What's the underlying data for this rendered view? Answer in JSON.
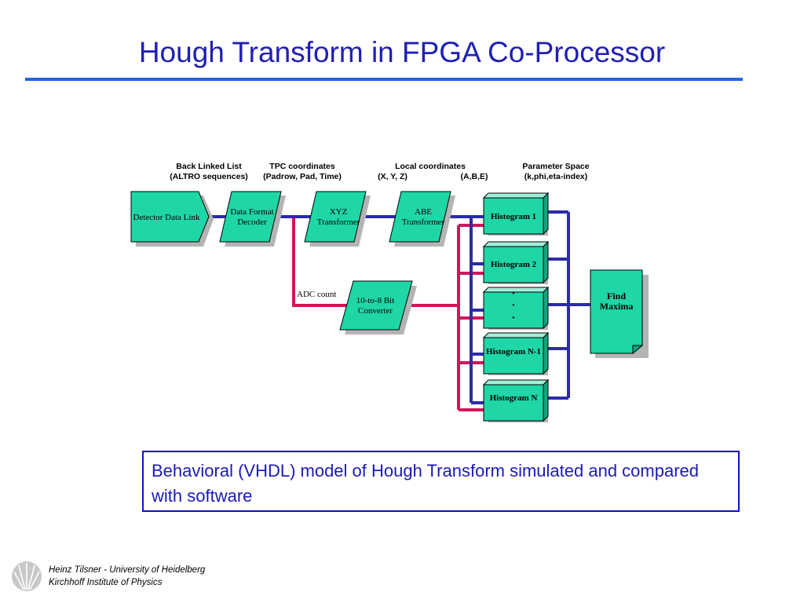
{
  "title": "Hough Transform in FPGA Co-Processor",
  "labels": {
    "back_linked_1": "Back Linked List",
    "back_linked_2": "(ALTRO sequences)",
    "tpc_1": "TPC coordinates",
    "tpc_2": "(Padrow, Pad, Time)",
    "local_1": "Local coordinates",
    "local_2a": "(X, Y, Z)",
    "local_2b": "(A,B,E)",
    "param_1": "Parameter Space",
    "param_2": "(k,phi,eta-index)",
    "adc": "ADC count"
  },
  "blocks": {
    "detector": "Detector Data Link",
    "decoder_1": "Data Format",
    "decoder_2": "Decoder",
    "xyz_1": "XYZ",
    "xyz_2": "Transformer",
    "abe_1": "ABE",
    "abe_2": "Transformer",
    "converter_1": "10-to-8 Bit",
    "converter_2": "Converter",
    "hist1": "Histogram 1",
    "hist2": "Histogram 2",
    "dots": "·",
    "histN1": "Histogram N-1",
    "histN": "Histogram N",
    "find_1": "Find",
    "find_2": "Maxima"
  },
  "note": "Behavioral (VHDL) model of Hough Transform simulated and compared with software",
  "footer": {
    "line1": "Heinz Tilsner - University of Heidelberg",
    "line2": "Kirchhoff Institute of Physics"
  },
  "colors": {
    "title": "#1f1fb4",
    "rule": "#1e64e6",
    "block_fill": "#1fd6a6",
    "block_shadow": "#b4b4b4",
    "bus_blue": "#2c2ca8",
    "bus_red": "#d4145a",
    "note_border": "#1010c8"
  }
}
